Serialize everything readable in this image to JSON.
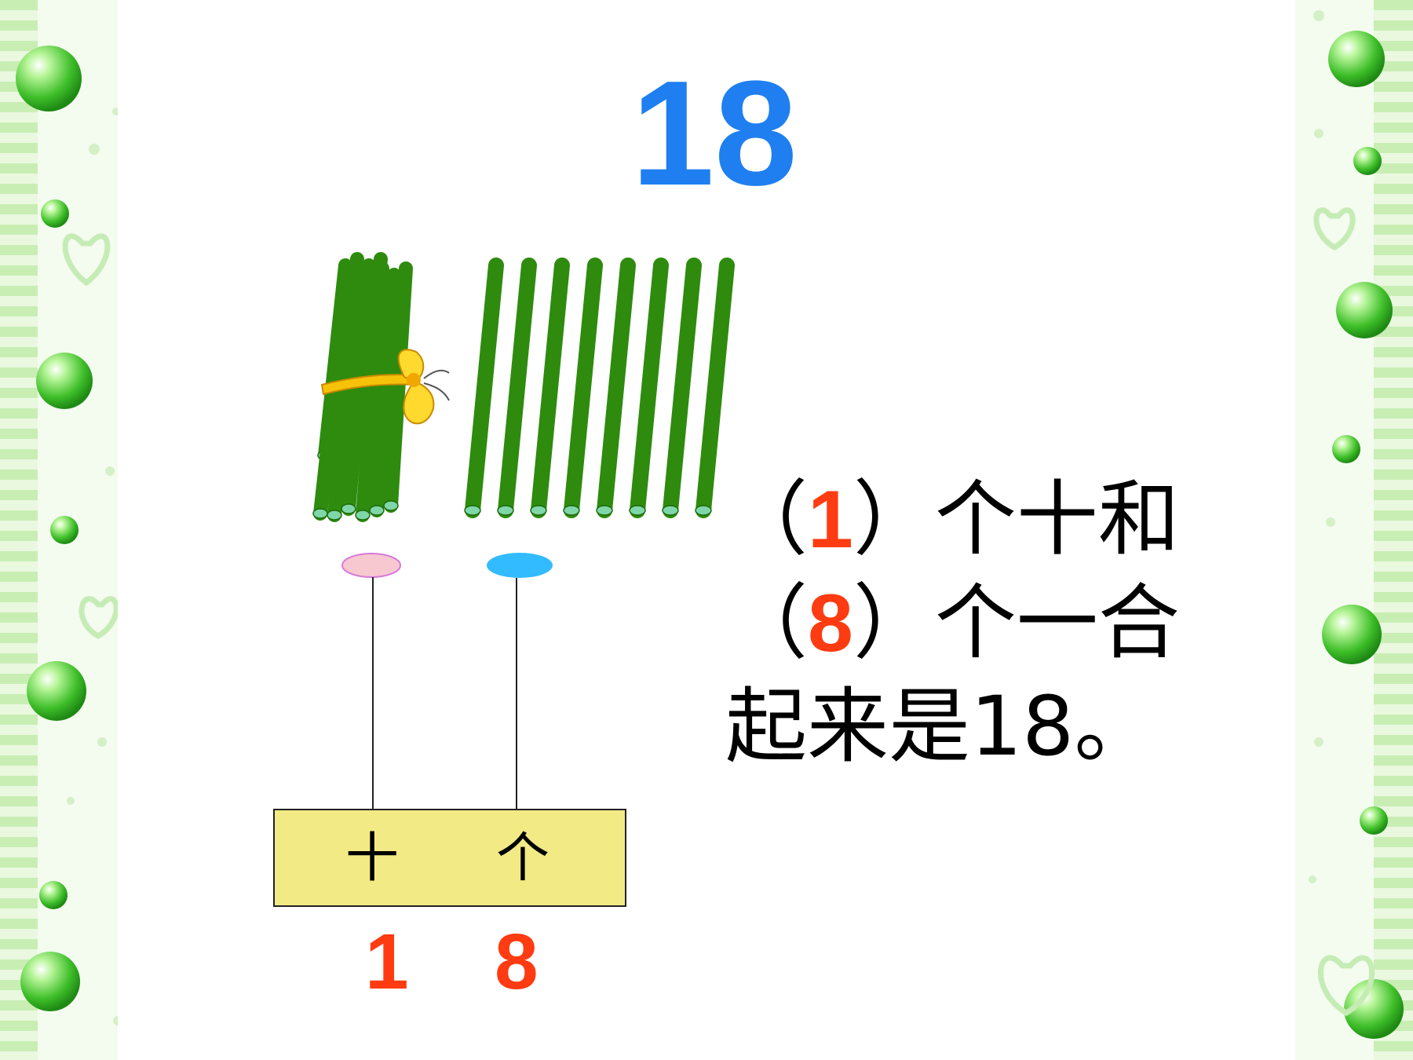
{
  "title": "18",
  "sentence": {
    "line1": {
      "open": "（",
      "value": "1",
      "close": "）个十和"
    },
    "line2": {
      "open": "（",
      "value": "8",
      "close": "）个一合"
    },
    "line3": "起来是18。"
  },
  "place_value": {
    "tens_label": "十",
    "ones_label": "个",
    "tens_digit": "1",
    "ones_digit": "8"
  },
  "sticks": {
    "bundle_count": 10,
    "loose_count": 8
  },
  "colors": {
    "title": "#1f7ff0",
    "highlight": "#ff3b12",
    "stick": "#2e8b0e",
    "stick_end": "#7fd6a8",
    "ribbon": "#f7c20a",
    "tens_bead": "#f8c8d0",
    "ones_bead": "#33bbff",
    "box": "#f2ea85"
  },
  "icons": [
    "green-bubble-icon",
    "heart-outline-icon",
    "bow-ribbon-icon"
  ]
}
